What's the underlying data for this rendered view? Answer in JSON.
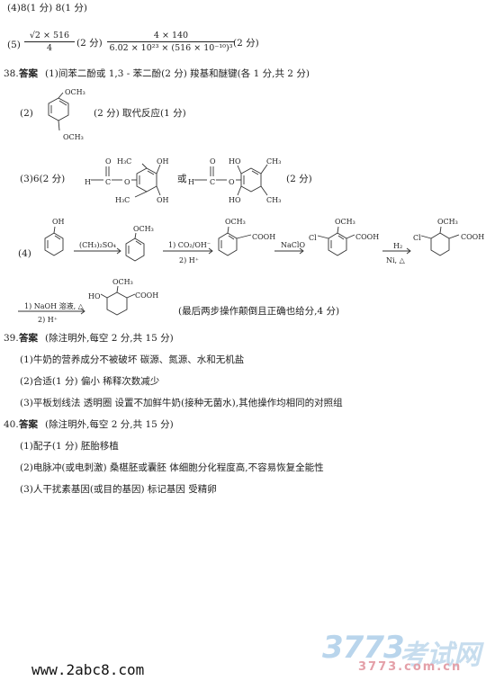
{
  "q37": {
    "line4": "(4)8(1 分)   8(1 分)",
    "line5_prefix": "(5)",
    "frac1_num": "√2 × 516",
    "frac1_den": "4",
    "score1": "(2 分)",
    "frac2_num": "4 × 140",
    "frac2_den": "6.02 × 10²³ × (516 × 10⁻¹⁰)³",
    "score2": "(2 分)"
  },
  "q38": {
    "number": "38.",
    "label": "答案",
    "line1": "(1)间苯二酚或 1,3 - 苯二酚(2 分)   羧基和醚键(各 1 分,共 2 分)",
    "part2_prefix": "(2)",
    "part2_score": "(2 分)   取代反应(1 分)",
    "part3_prefix": "(3)6(2 分)",
    "part3_or": "或",
    "part3_score": "(2 分)",
    "part4_prefix": "(4)",
    "reagent1": "(CH₃)₂SO₄",
    "reagent2a": "1) CO₂/OH⁻",
    "reagent2b": "2) H⁺",
    "reagent3": "NaClO",
    "reagent4a": "H₂",
    "reagent4b": "Ni, △",
    "reagent5a": "1) NaOH 溶液, △",
    "reagent5b": "2) H⁺",
    "note": "(最后两步操作颠倒且正确也给分,4 分)",
    "labels": {
      "oh": "OH",
      "och3": "OCH₃",
      "cooh": "COOH",
      "cl": "Cl",
      "ho": "HO",
      "h": "H",
      "c": "C",
      "o": "O",
      "h3c": "H₃C",
      "ch3": "CH₃"
    }
  },
  "q39": {
    "number": "39.",
    "label": "答案",
    "intro": "(除注明外,每空 2 分,共 15 分)",
    "line1": "(1)牛奶的营养成分不被破坏   碳源、氮源、水和无机盐",
    "line2": "(2)合适(1 分)   偏小   稀释次数减少",
    "line3": "(3)平板划线法   透明圈   设置不加鲜牛奶(接种无菌水),其他操作均相同的对照组"
  },
  "q40": {
    "number": "40.",
    "label": "答案",
    "intro": "(除注明外,每空 2 分,共 15 分)",
    "line1": "(1)配子(1 分)   胚胎移植",
    "line2": "(2)电脉冲(或电刺激)   桑椹胚或囊胚   体细胞分化程度高,不容易恢复全能性",
    "line3": "(3)人干扰素基因(或目的基因)   标记基因   受精卵"
  },
  "watermark": {
    "left": "www.2abc8.com",
    "logo_num": "3773",
    "logo_cn": "考试网",
    "logo_url": "3773.com.cn"
  }
}
